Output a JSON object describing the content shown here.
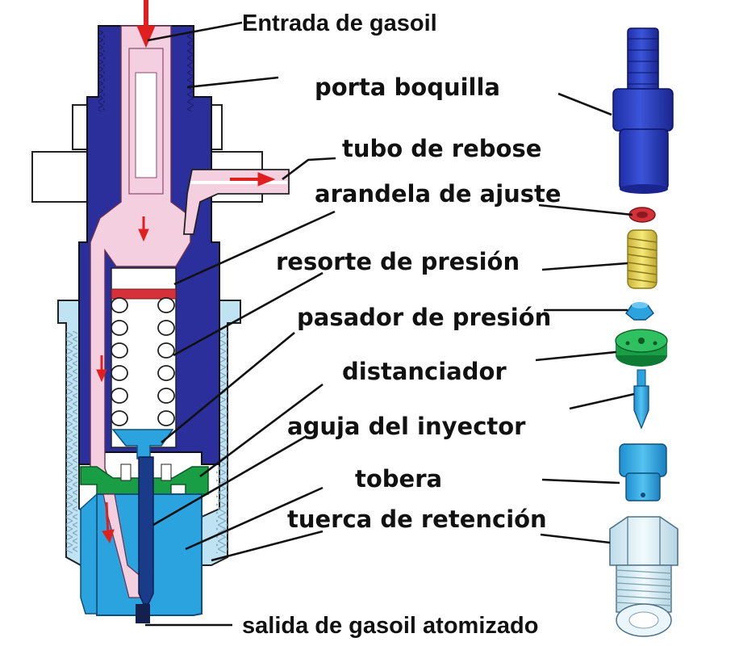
{
  "labels": {
    "inlet": "Entrada de gasoil",
    "holder": "porta boquilla",
    "return_tube": "tubo de rebose",
    "shim": "arandela de ajuste",
    "spring": "resorte de presión",
    "pin": "pasador de presión",
    "spacer": "distanciador",
    "needle": "aguja  del inyector",
    "nozzle": "tobera",
    "nut": "tuerca de retención",
    "outlet": "salida de gasoil atomizado"
  },
  "colors": {
    "body_dark_blue": "#2b2f9c",
    "body_light_blue": "#bfe3f2",
    "fuel_pink": "#f3cfe0",
    "nozzle_blue": "#2aa3df",
    "spacer_green": "#1a9e45",
    "spring_yellow": "#f4e56b",
    "shim_red": "#d6313a",
    "arrow_red": "#e02020"
  }
}
